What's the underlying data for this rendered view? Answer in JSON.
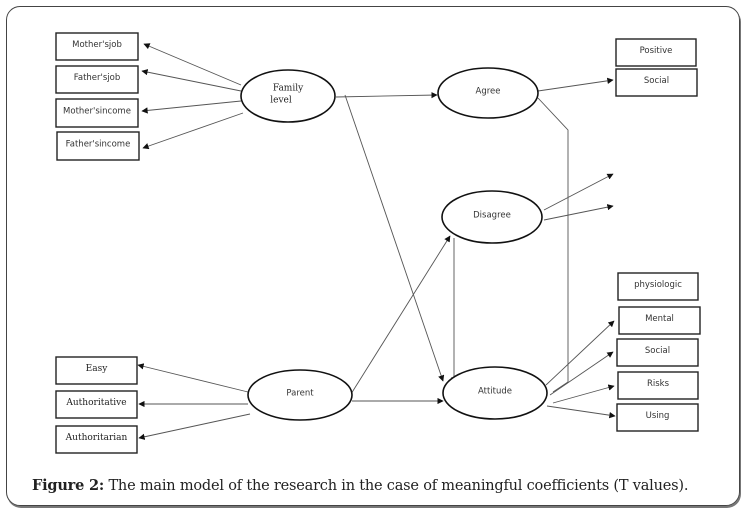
{
  "diagram": {
    "latent_nodes": [
      {
        "id": "family",
        "lines": [
          "Family",
          "level"
        ]
      },
      {
        "id": "agree",
        "lines": [
          "Agree"
        ]
      },
      {
        "id": "disagree",
        "lines": [
          "Disagree"
        ]
      },
      {
        "id": "parent",
        "lines": [
          "Parent"
        ]
      },
      {
        "id": "attitude",
        "lines": [
          "Attitude"
        ]
      }
    ],
    "observed_nodes": [
      {
        "id": "mothers_job",
        "label": "Mother'sjob"
      },
      {
        "id": "fathers_job",
        "label": "Father'sjob"
      },
      {
        "id": "mothers_income",
        "label": "Mother'sincome"
      },
      {
        "id": "fathers_income",
        "label": "Father'sincome"
      },
      {
        "id": "easy",
        "label": "Easy"
      },
      {
        "id": "authoritative",
        "label": "Authoritative"
      },
      {
        "id": "authoritarian",
        "label": "Authoritarian"
      },
      {
        "id": "positive",
        "label": "Positive"
      },
      {
        "id": "social_top",
        "label": "Social"
      },
      {
        "id": "physiologic",
        "label": "physiologic"
      },
      {
        "id": "mental",
        "label": "Mental"
      },
      {
        "id": "social_bottom",
        "label": "Social"
      },
      {
        "id": "risks",
        "label": "Risks"
      },
      {
        "id": "using",
        "label": "Using"
      }
    ],
    "edges": [
      {
        "from": "family",
        "to": "mothers_job"
      },
      {
        "from": "family",
        "to": "fathers_job"
      },
      {
        "from": "family",
        "to": "mothers_income"
      },
      {
        "from": "family",
        "to": "fathers_income"
      },
      {
        "from": "family",
        "to": "agree"
      },
      {
        "from": "family",
        "to": "attitude"
      },
      {
        "from": "agree",
        "to": "social_top"
      },
      {
        "from": "agree",
        "to": "attitude",
        "style": "line"
      },
      {
        "from": "disagree",
        "to": "unlabeled_1"
      },
      {
        "from": "disagree",
        "to": "unlabeled_2"
      },
      {
        "from": "disagree",
        "to": "attitude"
      },
      {
        "from": "parent",
        "to": "easy"
      },
      {
        "from": "parent",
        "to": "authoritative"
      },
      {
        "from": "parent",
        "to": "authoritarian"
      },
      {
        "from": "parent",
        "to": "disagree"
      },
      {
        "from": "parent",
        "to": "attitude"
      },
      {
        "from": "attitude",
        "to": "mental"
      },
      {
        "from": "attitude",
        "to": "social_bottom"
      },
      {
        "from": "attitude",
        "to": "risks"
      },
      {
        "from": "attitude",
        "to": "using"
      }
    ]
  },
  "caption": {
    "label": "Figure 2:",
    "text": " The main model of the research in the case of meaningful coefficients (T values)."
  }
}
